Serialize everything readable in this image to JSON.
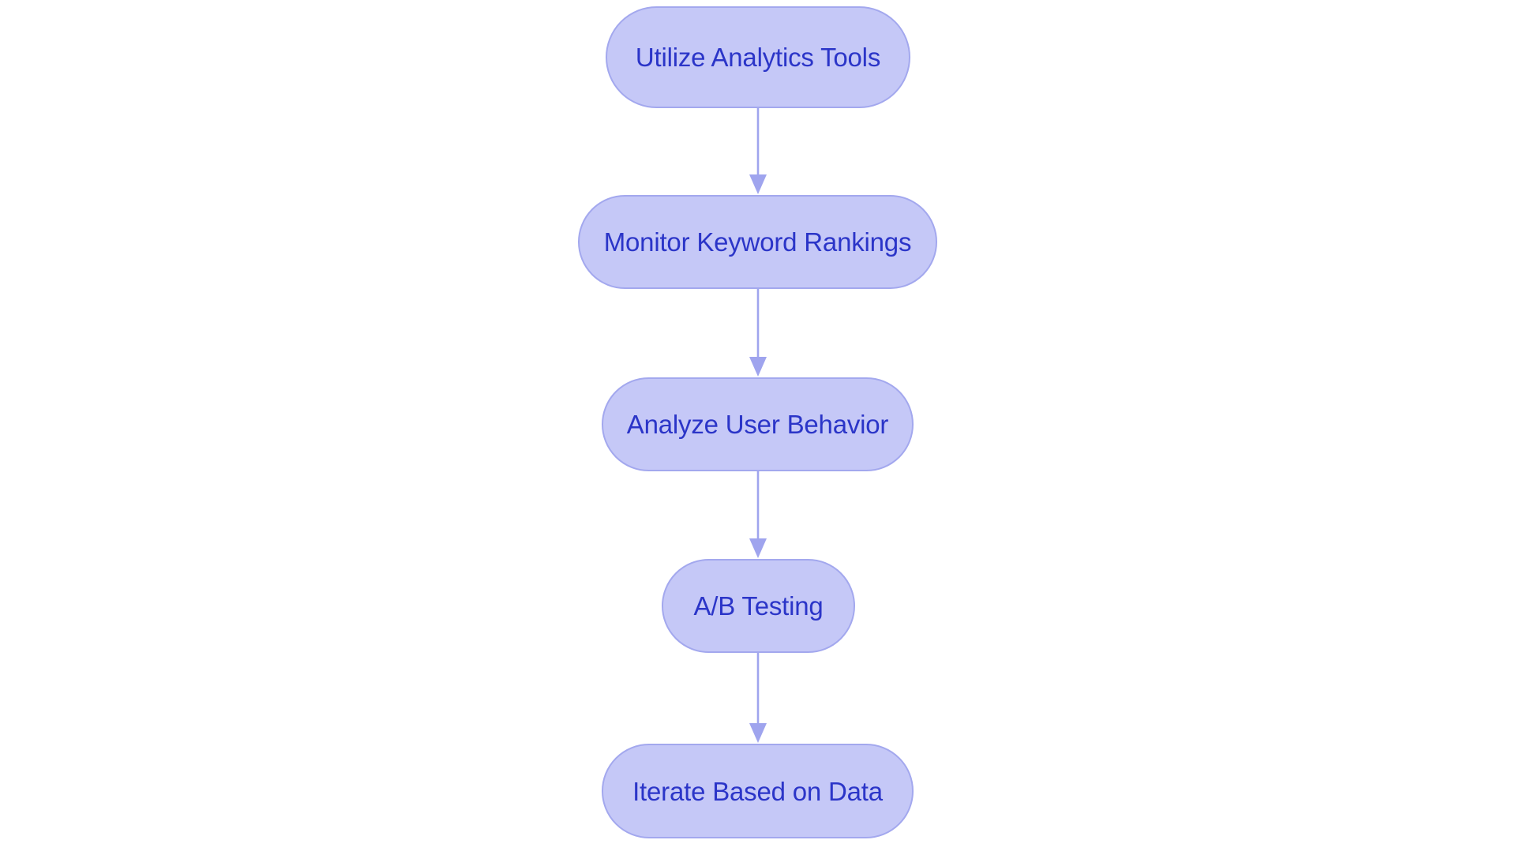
{
  "diagram": {
    "type": "flowchart",
    "orientation": "top-to-bottom",
    "background_color": "#ffffff",
    "node_fill_color": "#c5c8f7",
    "node_border_color": "#a3a8ee",
    "node_text_color": "#2b35c8",
    "edge_color": "#9fa4ee",
    "nodes": [
      {
        "id": "n1",
        "label": "Utilize Analytics Tools"
      },
      {
        "id": "n2",
        "label": "Monitor Keyword Rankings"
      },
      {
        "id": "n3",
        "label": "Analyze User Behavior"
      },
      {
        "id": "n4",
        "label": "A/B Testing"
      },
      {
        "id": "n5",
        "label": "Iterate Based on Data"
      }
    ],
    "edges": [
      {
        "from": "n1",
        "to": "n2",
        "label": ""
      },
      {
        "from": "n2",
        "to": "n3",
        "label": ""
      },
      {
        "from": "n3",
        "to": "n4",
        "label": ""
      },
      {
        "from": "n4",
        "to": "n5",
        "label": ""
      }
    ]
  }
}
